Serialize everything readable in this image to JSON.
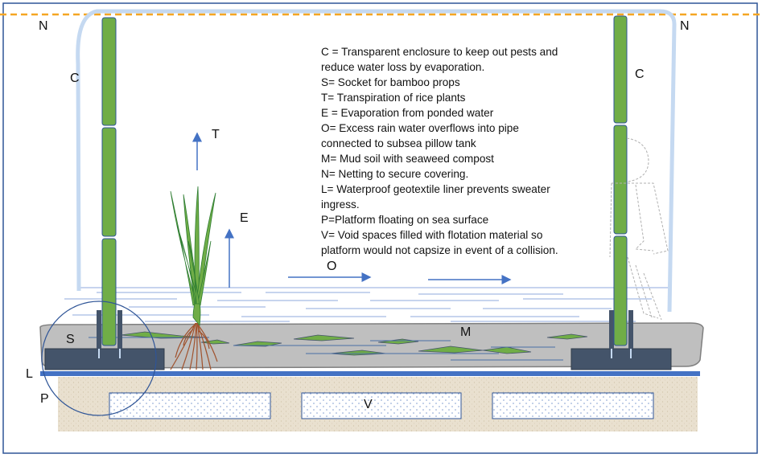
{
  "labels": {
    "n_left": "N",
    "n_right": "N",
    "c_left": "C",
    "c_right": "C",
    "t": "T",
    "e": "E",
    "o": "O",
    "m": "M",
    "s": "S",
    "l": "L",
    "p": "P",
    "v": "V"
  },
  "legend": [
    "C = Transparent enclosure to keep out pests and",
    "reduce water loss by evaporation.",
    "S= Socket for bamboo props",
    "T= Transpiration of rice plants",
    "E = Evaporation from ponded water",
    "O= Excess rain water overflows into  pipe",
    "connected to subsea pillow tank",
    "M=  Mud soil with seaweed compost",
    "N= Netting to secure covering.",
    "L= Waterproof geotextile liner prevents sweater",
    "ingress.",
    "P=Platform floating on sea surface",
    "V= Void spaces filled with flotation material so",
    "platform would not capsize in event of a collision."
  ],
  "colors": {
    "frame_border": "#2f5597",
    "netting": "#f5a623",
    "bamboo": "#70ad47",
    "bamboo_outline": "#2e5597",
    "enclosure": "#c5d9f1",
    "water_lines": "#8faadc",
    "arrow": "#4472c4",
    "mud": "#bfbfbf",
    "socket": "#44546a",
    "liner": "#4472c4",
    "platform": "#e8dfcf",
    "seaweed": "#70ad47",
    "roots": "#a0522d"
  }
}
